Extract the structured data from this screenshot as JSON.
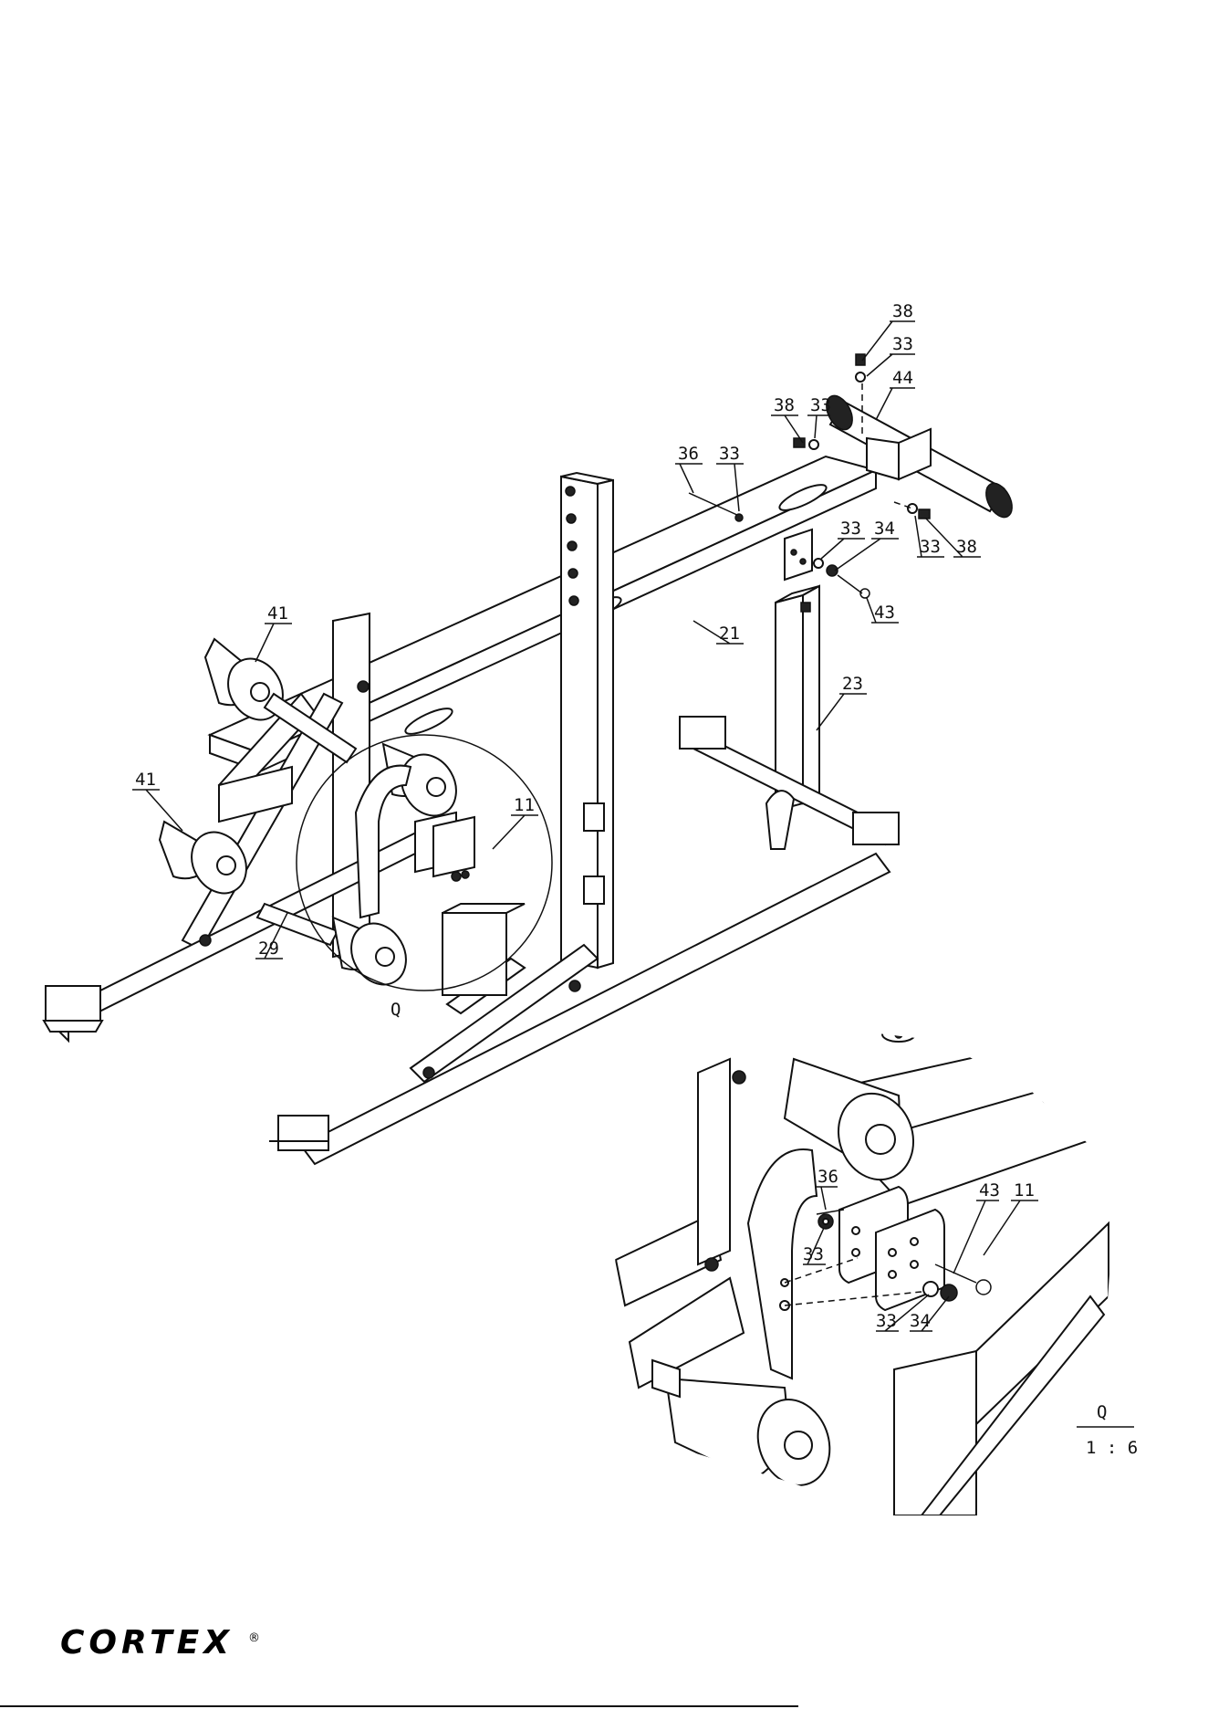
{
  "brand": {
    "name": "CORTEX",
    "mark": "®"
  },
  "detail": {
    "view_id": "Q",
    "scale": "1 : 6"
  },
  "main_labels": {
    "p38a": "38",
    "p33a": "33",
    "p44": "44",
    "p38b": "38",
    "p33b": "33",
    "p36": "36",
    "p33c": "33",
    "p33d": "33",
    "p34": "34",
    "p33e": "33",
    "p38c": "38",
    "p43": "43",
    "p21": "21",
    "p23": "23",
    "p41a": "41",
    "p41b": "41",
    "p11": "11",
    "p29": "29"
  },
  "detail_labels": {
    "p43": "43",
    "p11": "11",
    "p36": "36",
    "p33a": "33",
    "p33b": "33",
    "p34": "34"
  },
  "colors": {
    "line": "#111111",
    "fill": "#ffffff",
    "accent_dark": "#222222"
  }
}
